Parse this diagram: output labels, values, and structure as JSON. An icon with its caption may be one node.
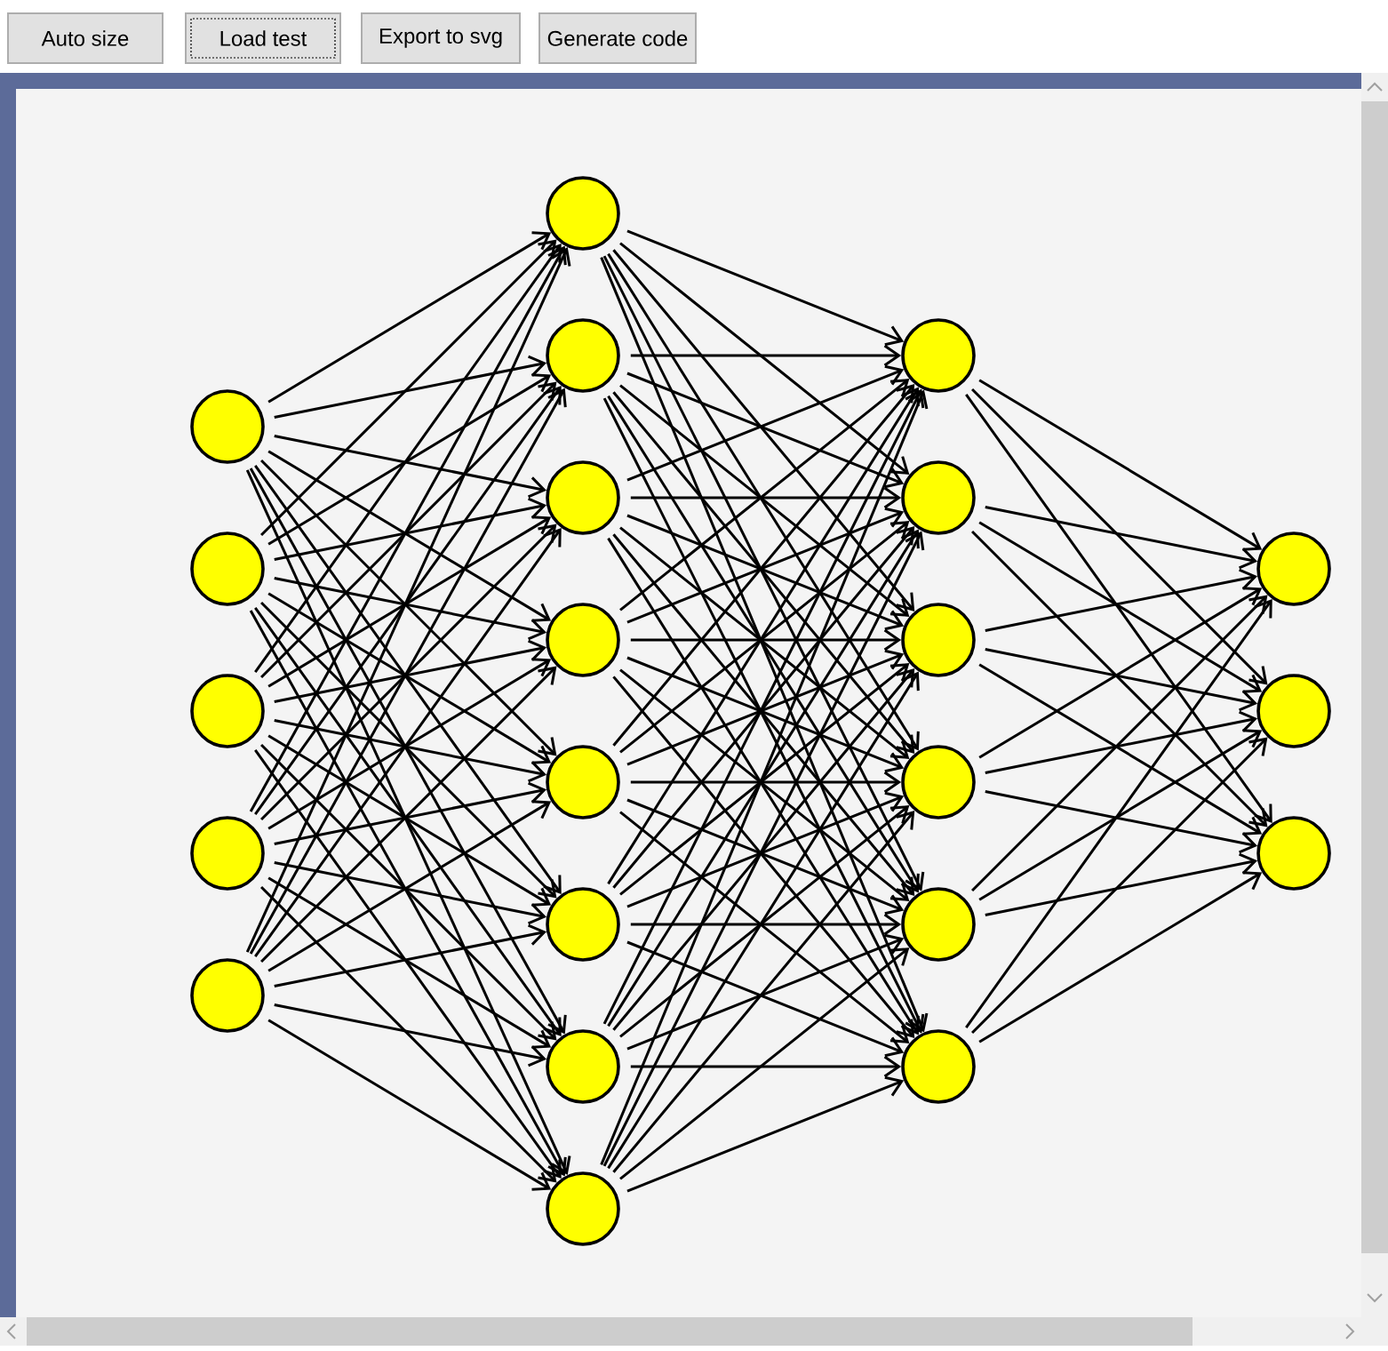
{
  "diagram": {
    "nodes": [
      {
        "text": [],
        "shape": "circle"
      },
      {
        "text": [],
        "shape": "circle"
      },
      {
        "text": [],
        "shape": "circle"
      },
      {
        "text": [],
        "shape": "circle"
      },
      {
        "text": [],
        "shape": "circle"
      },
      {
        "text": [],
        "shape": "circle"
      },
      {
        "text": [],
        "shape": "circle"
      },
      {
        "text": [],
        "shape": "circle"
      },
      {
        "text": [],
        "shape": "circle"
      },
      {
        "text": [],
        "shape": "circle"
      },
      {
        "text": [],
        "shape": "circle"
      },
      {
        "text": [],
        "shape": "circle"
      },
      {
        "text": [],
        "shape": "circle"
      },
      {
        "text": [],
        "shape": "circle"
      },
      {
        "text": [],
        "shape": "circle"
      },
      {
        "text": [],
        "shape": "circle"
      },
      {
        "text": [],
        "shape": "circle"
      },
      {
        "text": [],
        "shape": "circle"
      },
      {
        "text": [],
        "shape": "circle"
      },
      {
        "text": [],
        "shape": "circle"
      },
      {
        "text": [],
        "shape": "circle"
      },
      {
        "text": [],
        "shape": "circle"
      }
    ],
    "edges": [
      {
        "from": 0,
        "to": 5,
        "arrow": "to"
      },
      {
        "from": 0,
        "to": 6,
        "arrow": "to"
      },
      {
        "from": 0,
        "to": 7,
        "arrow": "to"
      },
      {
        "from": 0,
        "to": 8,
        "arrow": "to"
      },
      {
        "from": 0,
        "to": 9,
        "arrow": "to"
      },
      {
        "from": 0,
        "to": 10,
        "arrow": "to"
      },
      {
        "from": 0,
        "to": 11,
        "arrow": "to"
      },
      {
        "from": 0,
        "to": 12,
        "arrow": "to"
      },
      {
        "from": 1,
        "to": 5,
        "arrow": "to"
      },
      {
        "from": 1,
        "to": 6,
        "arrow": "to"
      },
      {
        "from": 1,
        "to": 7,
        "arrow": "to"
      },
      {
        "from": 1,
        "to": 8,
        "arrow": "to"
      },
      {
        "from": 1,
        "to": 9,
        "arrow": "to"
      },
      {
        "from": 1,
        "to": 10,
        "arrow": "to"
      },
      {
        "from": 1,
        "to": 11,
        "arrow": "to"
      },
      {
        "from": 1,
        "to": 12,
        "arrow": "to"
      },
      {
        "from": 2,
        "to": 5,
        "arrow": "to"
      },
      {
        "from": 2,
        "to": 6,
        "arrow": "to"
      },
      {
        "from": 2,
        "to": 7,
        "arrow": "to"
      },
      {
        "from": 2,
        "to": 8,
        "arrow": "to"
      },
      {
        "from": 2,
        "to": 9,
        "arrow": "to"
      },
      {
        "from": 2,
        "to": 10,
        "arrow": "to"
      },
      {
        "from": 2,
        "to": 11,
        "arrow": "to"
      },
      {
        "from": 2,
        "to": 12,
        "arrow": "to"
      },
      {
        "from": 3,
        "to": 5,
        "arrow": "to"
      },
      {
        "from": 3,
        "to": 6,
        "arrow": "to"
      },
      {
        "from": 3,
        "to": 7,
        "arrow": "to"
      },
      {
        "from": 3,
        "to": 8,
        "arrow": "to"
      },
      {
        "from": 3,
        "to": 9,
        "arrow": "to"
      },
      {
        "from": 3,
        "to": 10,
        "arrow": "to"
      },
      {
        "from": 3,
        "to": 11,
        "arrow": "to"
      },
      {
        "from": 3,
        "to": 12,
        "arrow": "to"
      },
      {
        "from": 4,
        "to": 5,
        "arrow": "to"
      },
      {
        "from": 4,
        "to": 6,
        "arrow": "to"
      },
      {
        "from": 4,
        "to": 7,
        "arrow": "to"
      },
      {
        "from": 4,
        "to": 8,
        "arrow": "to"
      },
      {
        "from": 4,
        "to": 9,
        "arrow": "to"
      },
      {
        "from": 4,
        "to": 10,
        "arrow": "to"
      },
      {
        "from": 4,
        "to": 11,
        "arrow": "to"
      },
      {
        "from": 4,
        "to": 12,
        "arrow": "to"
      },
      {
        "from": 5,
        "to": 13,
        "arrow": "to"
      },
      {
        "from": 5,
        "to": 14,
        "arrow": "to"
      },
      {
        "from": 5,
        "to": 15,
        "arrow": "to"
      },
      {
        "from": 5,
        "to": 16,
        "arrow": "to"
      },
      {
        "from": 5,
        "to": 17,
        "arrow": "to"
      },
      {
        "from": 5,
        "to": 18,
        "arrow": "to"
      },
      {
        "from": 6,
        "to": 13,
        "arrow": "to"
      },
      {
        "from": 6,
        "to": 14,
        "arrow": "to"
      },
      {
        "from": 6,
        "to": 15,
        "arrow": "to"
      },
      {
        "from": 6,
        "to": 16,
        "arrow": "to"
      },
      {
        "from": 6,
        "to": 17,
        "arrow": "to"
      },
      {
        "from": 6,
        "to": 18,
        "arrow": "to"
      },
      {
        "from": 7,
        "to": 13,
        "arrow": "to"
      },
      {
        "from": 7,
        "to": 14,
        "arrow": "to"
      },
      {
        "from": 7,
        "to": 15,
        "arrow": "to"
      },
      {
        "from": 7,
        "to": 16,
        "arrow": "to"
      },
      {
        "from": 7,
        "to": 17,
        "arrow": "to"
      },
      {
        "from": 7,
        "to": 18,
        "arrow": "to"
      },
      {
        "from": 8,
        "to": 13,
        "arrow": "to"
      },
      {
        "from": 8,
        "to": 14,
        "arrow": "to"
      },
      {
        "from": 8,
        "to": 15,
        "arrow": "to"
      },
      {
        "from": 8,
        "to": 16,
        "arrow": "to"
      },
      {
        "from": 8,
        "to": 17,
        "arrow": "to"
      },
      {
        "from": 8,
        "to": 18,
        "arrow": "to"
      },
      {
        "from": 9,
        "to": 13,
        "arrow": "to"
      },
      {
        "from": 9,
        "to": 14,
        "arrow": "to"
      },
      {
        "from": 9,
        "to": 15,
        "arrow": "to"
      },
      {
        "from": 9,
        "to": 16,
        "arrow": "to"
      },
      {
        "from": 9,
        "to": 17,
        "arrow": "to"
      },
      {
        "from": 9,
        "to": 18,
        "arrow": "to"
      },
      {
        "from": 10,
        "to": 13,
        "arrow": "to"
      },
      {
        "from": 10,
        "to": 14,
        "arrow": "to"
      },
      {
        "from": 10,
        "to": 15,
        "arrow": "to"
      },
      {
        "from": 10,
        "to": 16,
        "arrow": "to"
      },
      {
        "from": 10,
        "to": 17,
        "arrow": "to"
      },
      {
        "from": 10,
        "to": 18,
        "arrow": "to"
      },
      {
        "from": 11,
        "to": 13,
        "arrow": "to"
      },
      {
        "from": 11,
        "to": 14,
        "arrow": "to"
      },
      {
        "from": 11,
        "to": 15,
        "arrow": "to"
      },
      {
        "from": 11,
        "to": 16,
        "arrow": "to"
      },
      {
        "from": 11,
        "to": 17,
        "arrow": "to"
      },
      {
        "from": 11,
        "to": 18,
        "arrow": "to"
      },
      {
        "from": 12,
        "to": 13,
        "arrow": "to"
      },
      {
        "from": 12,
        "to": 14,
        "arrow": "to"
      },
      {
        "from": 12,
        "to": 15,
        "arrow": "to"
      },
      {
        "from": 12,
        "to": 16,
        "arrow": "to"
      },
      {
        "from": 12,
        "to": 17,
        "arrow": "to"
      },
      {
        "from": 12,
        "to": 18,
        "arrow": "to"
      },
      {
        "from": 13,
        "to": 19,
        "arrow": "to"
      },
      {
        "from": 13,
        "to": 20,
        "arrow": "to"
      },
      {
        "from": 13,
        "to": 21,
        "arrow": "to"
      },
      {
        "from": 14,
        "to": 19,
        "arrow": "to"
      },
      {
        "from": 14,
        "to": 20,
        "arrow": "to"
      },
      {
        "from": 14,
        "to": 21,
        "arrow": "to"
      },
      {
        "from": 15,
        "to": 19,
        "arrow": "to"
      },
      {
        "from": 15,
        "to": 20,
        "arrow": "to"
      },
      {
        "from": 15,
        "to": 21,
        "arrow": "to"
      },
      {
        "from": 16,
        "to": 19,
        "arrow": "to"
      },
      {
        "from": 16,
        "to": 20,
        "arrow": "to"
      },
      {
        "from": 16,
        "to": 21,
        "arrow": "to"
      },
      {
        "from": 17,
        "to": 19,
        "arrow": "to"
      },
      {
        "from": 17,
        "to": 20,
        "arrow": "to"
      },
      {
        "from": 17,
        "to": 21,
        "arrow": "to"
      },
      {
        "from": 18,
        "to": 19,
        "arrow": "to"
      },
      {
        "from": 18,
        "to": 20,
        "arrow": "to"
      },
      {
        "from": 18,
        "to": 21,
        "arrow": "to"
      }
    ],
    "labels": [
      "Auto size",
      "Load test",
      "Export to svg",
      "Generate code"
    ]
  }
}
